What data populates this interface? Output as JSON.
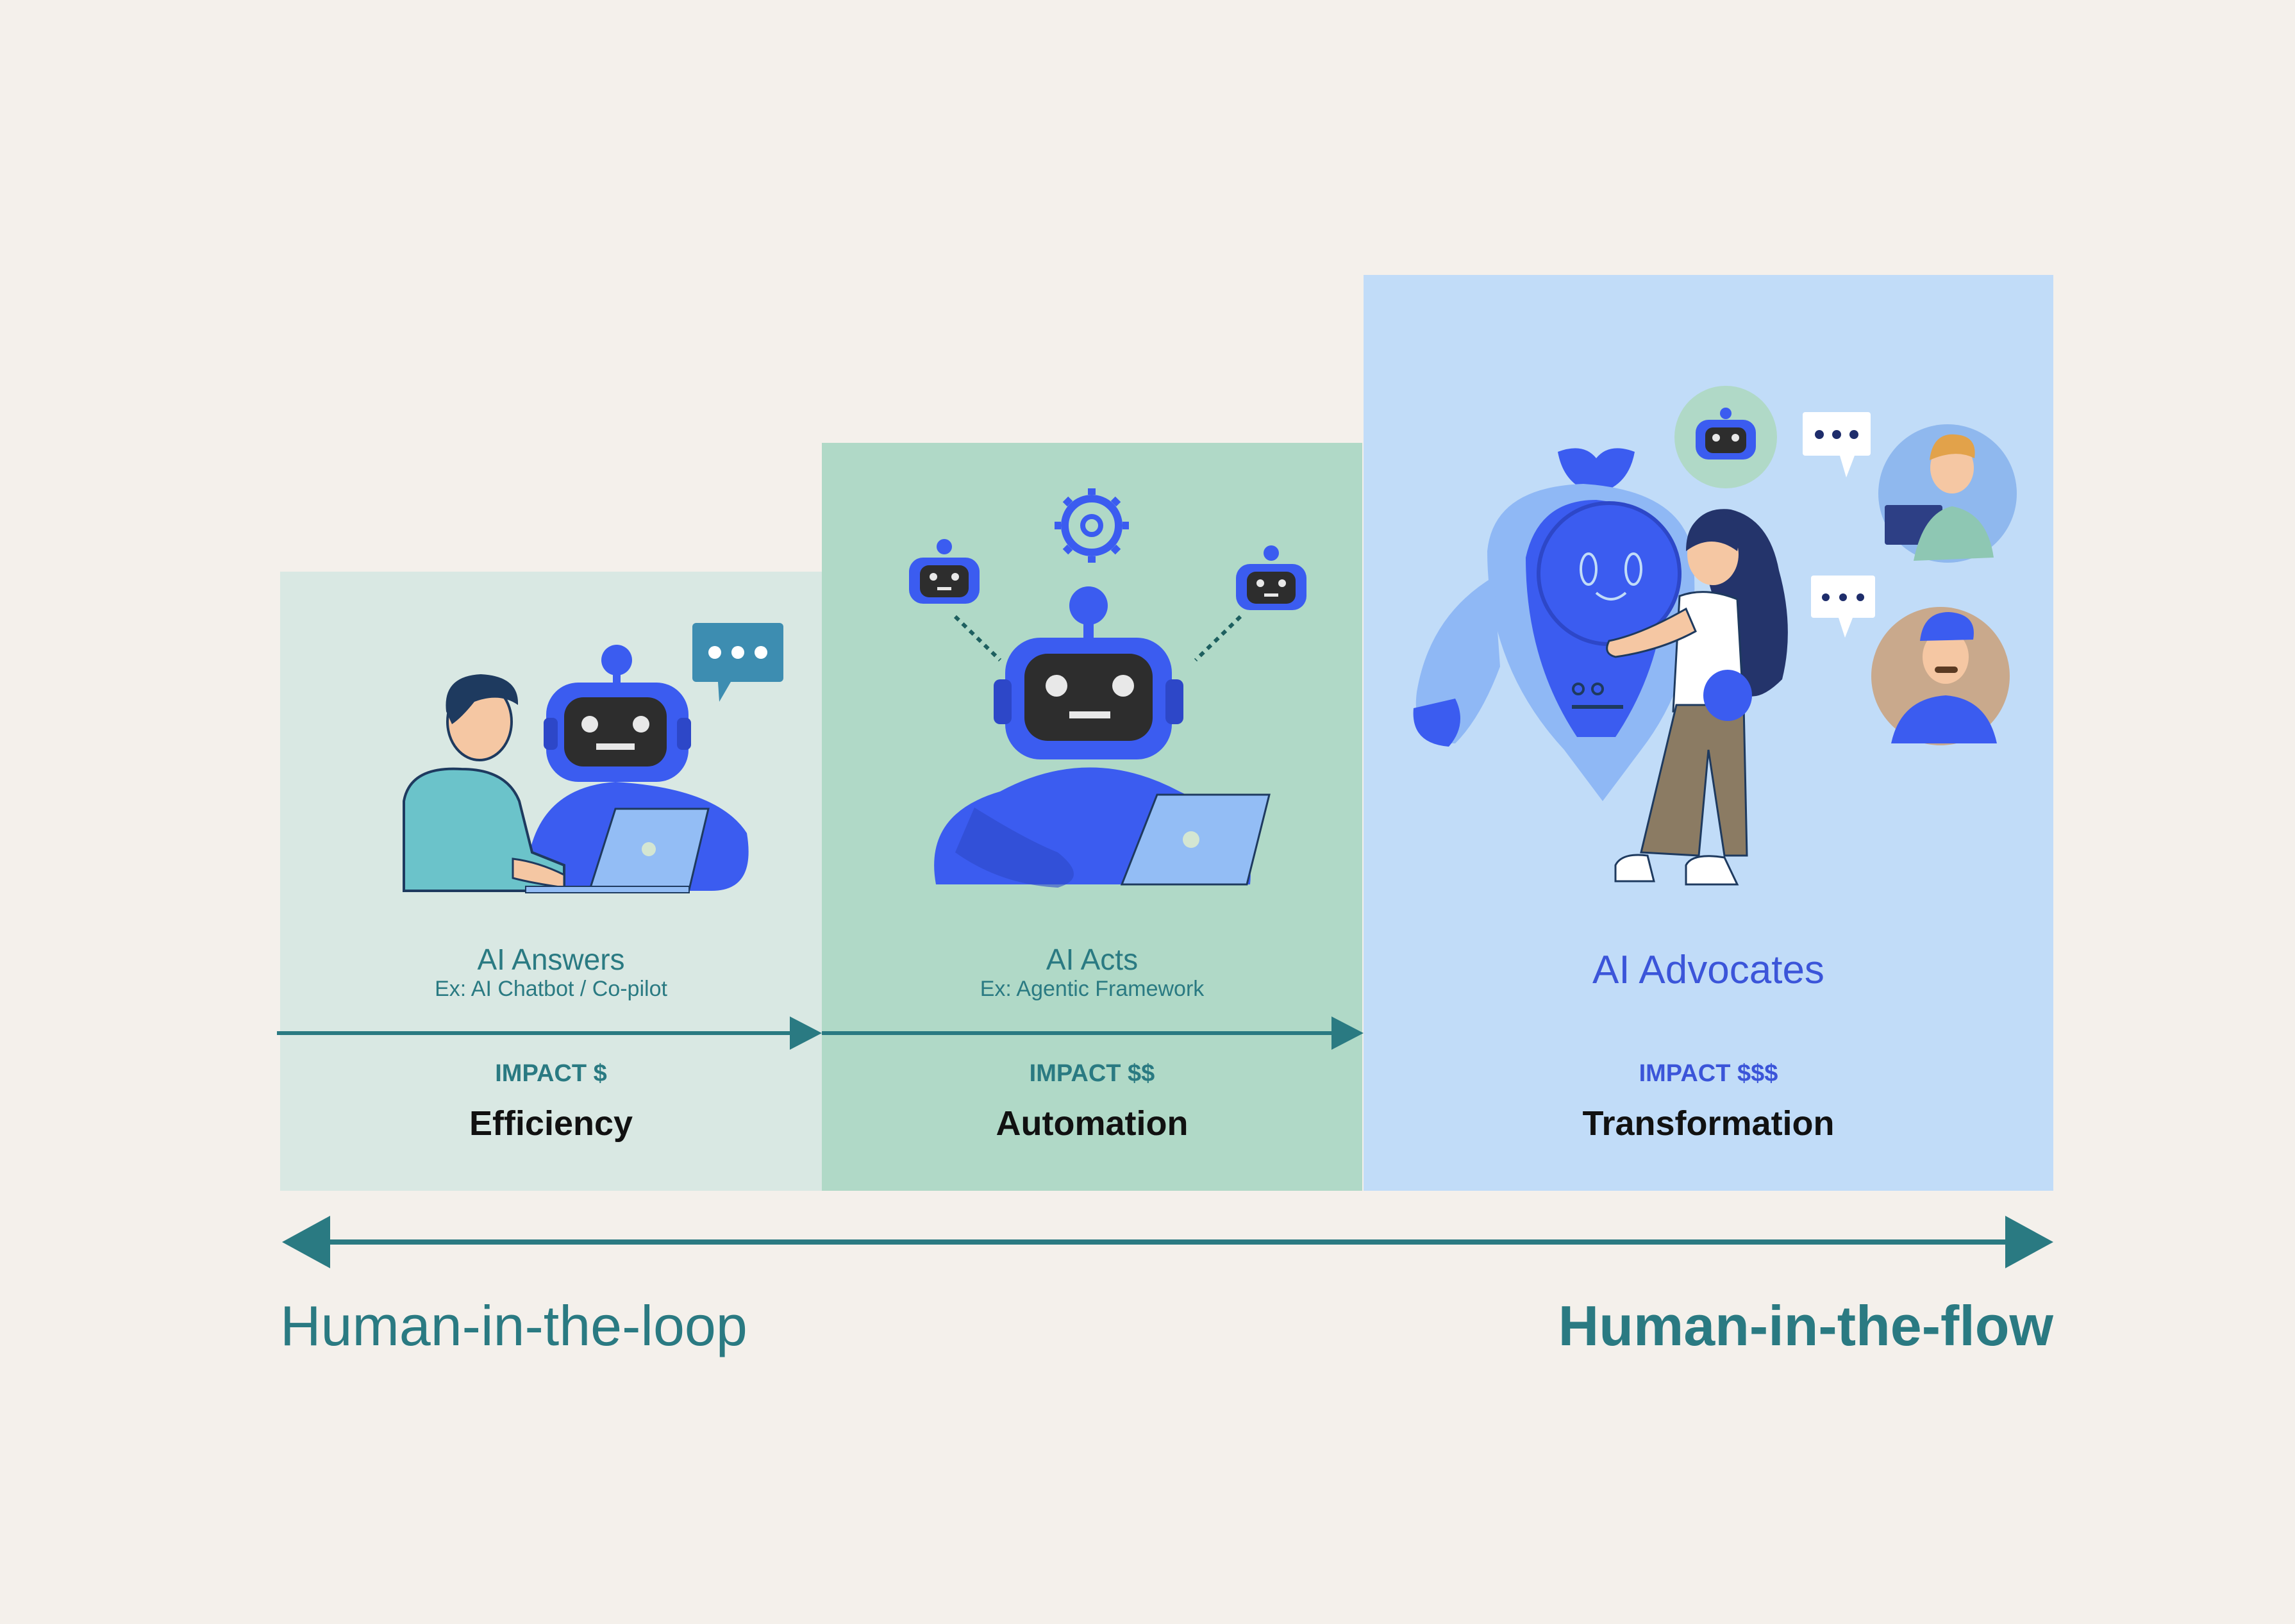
{
  "stages": [
    {
      "title": "AI Answers",
      "example": "Ex: AI Chatbot / Co-pilot",
      "impact": "IMPACT $",
      "result": "Efficiency"
    },
    {
      "title": "AI Acts",
      "example": "Ex: Agentic Framework",
      "impact": "IMPACT $$",
      "result": "Automation"
    },
    {
      "title": "AI Advocates",
      "impact": "IMPACT $$$",
      "result": "Transformation"
    }
  ],
  "axis": {
    "left_label": "Human-in-the-loop",
    "right_label": "Human-in-the-flow"
  },
  "colors": {
    "background": "#f4f0eb",
    "stage1": "#d9e8e3",
    "stage2": "#b0d9c7",
    "stage3": "#c1dcf8",
    "accent_teal": "#2a7a82",
    "accent_blue": "#3b55d9",
    "robot_blue": "#3b5cf0"
  },
  "illustrations": [
    "person-with-robot-laptop",
    "robot-with-gear-and-helpers",
    "robot-hugging-woman-with-agents"
  ]
}
